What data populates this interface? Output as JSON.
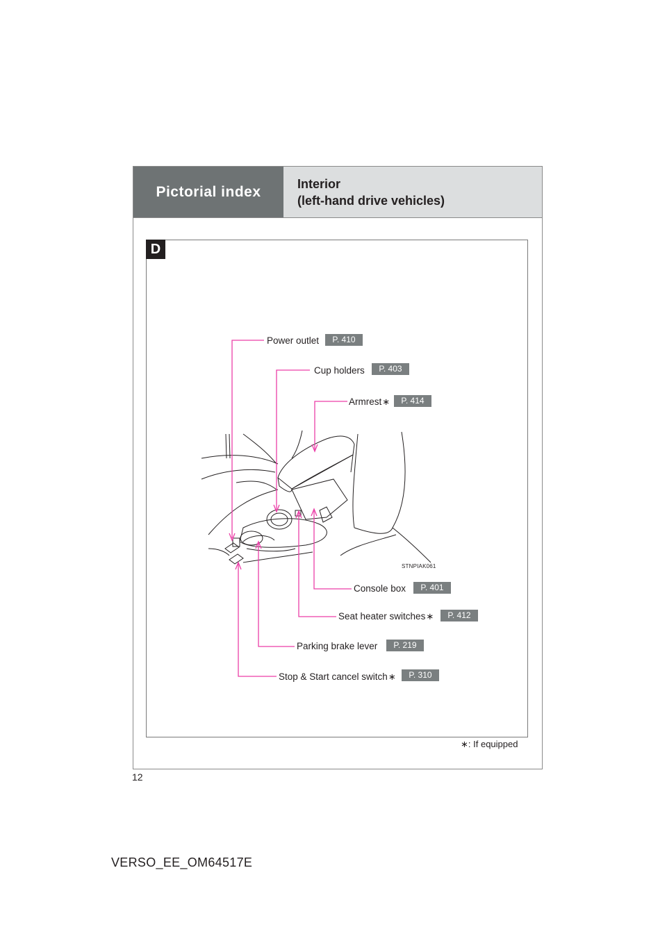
{
  "header": {
    "section_title": "Pictorial index",
    "subtitle_line1": "Interior",
    "subtitle_line2": "(left-hand drive vehicles)"
  },
  "section_badge": "D",
  "figure_code": "STNPIAK061",
  "callouts": {
    "power_outlet": {
      "label": "Power outlet",
      "page": "P. 410"
    },
    "cup_holders": {
      "label": "Cup holders",
      "page": "P. 403"
    },
    "armrest": {
      "label": "Armrest",
      "page": "P. 414",
      "starred": true
    },
    "console_box": {
      "label": "Console box",
      "page": "P. 401"
    },
    "seat_heater": {
      "label": "Seat heater switches",
      "page": "P. 412",
      "starred": true
    },
    "parking_brake": {
      "label": "Parking brake lever",
      "page": "P. 219"
    },
    "stop_start": {
      "label": "Stop & Start cancel switch",
      "page": "P. 310",
      "starred": true
    }
  },
  "star_symbol": "∗",
  "footnote": ": If equipped",
  "page_number": "12",
  "document_id": "VERSO_EE_OM64517E",
  "colors": {
    "leader_line": "#ec3fa8",
    "header_dark": "#6e7374",
    "header_light": "#dcdedf",
    "page_badge": "#7a7f80"
  }
}
